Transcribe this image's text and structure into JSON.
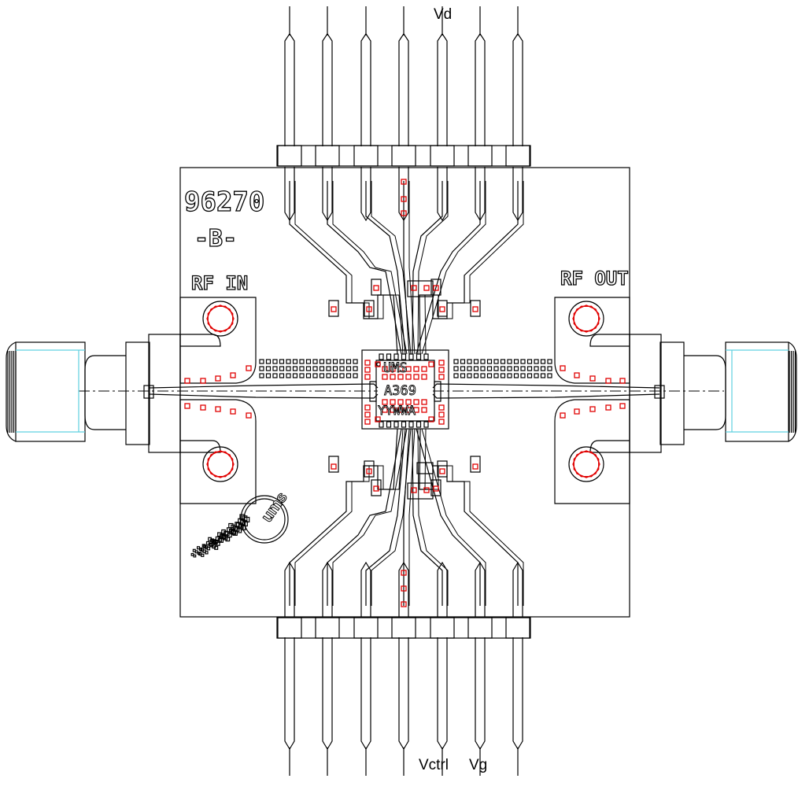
{
  "labels": {
    "vd": "Vd",
    "vctrl": "Vctrl",
    "vg": "Vg"
  },
  "board": {
    "part_number": "96270",
    "revision": "-B-",
    "rf_in": "RF IN",
    "rf_out": "RF OUT",
    "logo_text": "ums"
  },
  "chip": {
    "maker": "UMS",
    "part": "A369",
    "date_code": "YYWWA"
  },
  "colors": {
    "outline": "#000000",
    "via": "#e00000",
    "connector_accent": "#5fd0e0"
  }
}
